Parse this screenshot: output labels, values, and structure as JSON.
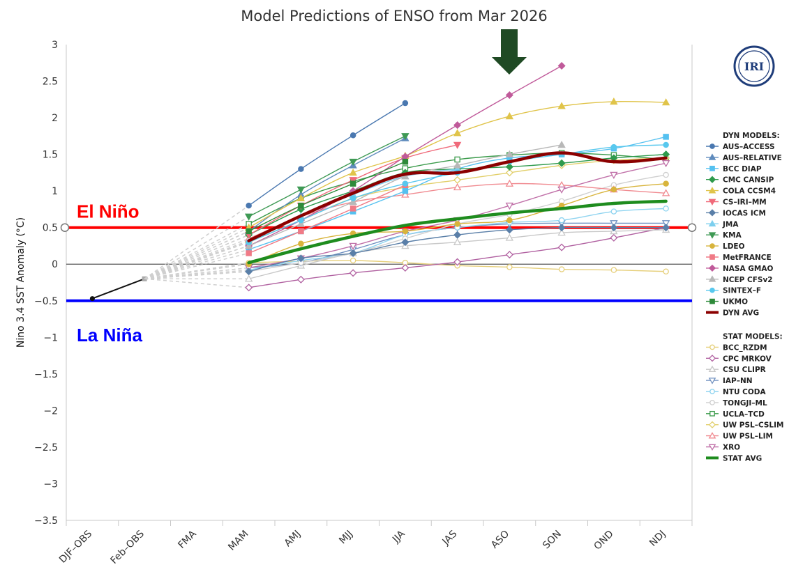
{
  "chart_data": {
    "type": "line",
    "title": "Model Predictions of ENSO from Mar 2026",
    "ylabel": "Nino 3.4 SST Anomaly (°C)",
    "xlabel": "",
    "ylim": [
      -3.5,
      3
    ],
    "yticks": [
      "3",
      "2.5",
      "2",
      "1.5",
      "1",
      "0.5",
      "0",
      "−0.5",
      "−1",
      "−1.5",
      "−2",
      "−2.5",
      "−3",
      "−3.5"
    ],
    "categories": [
      "DJF–OBS",
      "Feb–OBS",
      "FMA",
      "MAM",
      "AMJ",
      "MJJ",
      "JJA",
      "JAS",
      "ASO",
      "SON",
      "OND",
      "NDJ"
    ],
    "observed": [
      -0.47,
      -0.2
    ],
    "thresholds": [
      {
        "label": "El Niño",
        "value": 0.5,
        "color": "#ff0000"
      },
      {
        "label": "La Niña",
        "value": -0.5,
        "color": "#0000ff"
      }
    ],
    "grid": false,
    "legend_position": "right",
    "dyn_header": "DYN MODELS:",
    "stat_header": "STAT MODELS:",
    "dyn_series": [
      {
        "name": "AUS–ACCESS",
        "color": "#4a78b0",
        "marker": "circle",
        "filled": true,
        "values": [
          0.8,
          1.3,
          1.76,
          2.2
        ]
      },
      {
        "name": "AUS–RELATIVE",
        "color": "#5f8bbd",
        "marker": "triangle",
        "filled": true,
        "values": [
          0.45,
          0.95,
          1.35,
          1.72
        ]
      },
      {
        "name": "BCC DIAP",
        "color": "#55c1f0",
        "marker": "square",
        "filled": true,
        "values": [
          0.2,
          0.45,
          0.72,
          1.0,
          1.3,
          1.45,
          1.5,
          1.58,
          1.74
        ]
      },
      {
        "name": "CMC CANSIP",
        "color": "#2e9a4c",
        "marker": "diamond",
        "filled": true,
        "values": [
          0.4,
          0.75,
          1.0,
          1.25,
          1.3,
          1.33,
          1.38,
          1.45,
          1.5
        ]
      },
      {
        "name": "COLA CCSM4",
        "color": "#e0c44a",
        "marker": "triangle",
        "filled": true,
        "values": [
          0.5,
          0.9,
          1.25,
          1.48,
          1.79,
          2.02,
          2.16,
          2.22,
          2.21
        ]
      },
      {
        "name": "CS–IRI–MM",
        "color": "#f06a7a",
        "marker": "triangledown",
        "filled": true,
        "values": [
          0.4,
          0.8,
          1.15,
          1.45,
          1.63
        ]
      },
      {
        "name": "IOCAS ICM",
        "color": "#5a7fa8",
        "marker": "diamond",
        "filled": true,
        "values": [
          -0.1,
          0.08,
          0.15,
          0.3,
          0.4,
          0.47,
          0.5,
          0.5,
          0.5
        ]
      },
      {
        "name": "JMA",
        "color": "#7dcfee",
        "marker": "triangle",
        "filled": true,
        "values": [
          0.3,
          0.65,
          0.95,
          1.2,
          1.3
        ]
      },
      {
        "name": "KMA",
        "color": "#3f9a55",
        "marker": "triangledown",
        "filled": true,
        "values": [
          0.65,
          1.02,
          1.4,
          1.75
        ]
      },
      {
        "name": "LDEO",
        "color": "#d8b43c",
        "marker": "circle",
        "filled": true,
        "values": [
          0.0,
          0.28,
          0.42,
          0.45,
          0.55,
          0.6,
          0.8,
          1.02,
          1.1
        ]
      },
      {
        "name": "MetFRANCE",
        "color": "#f07a86",
        "marker": "square",
        "filled": true,
        "values": [
          0.15,
          0.45,
          0.76,
          1.08
        ]
      },
      {
        "name": "NASA GMAO",
        "color": "#c05a9a",
        "marker": "diamond",
        "filled": true,
        "values": [
          0.25,
          0.6,
          1.0,
          1.47,
          1.9,
          2.31,
          2.71
        ]
      },
      {
        "name": "NCEP CFSv2",
        "color": "#b8b8b8",
        "marker": "triangle",
        "filled": true,
        "values": [
          0.25,
          0.55,
          0.85,
          1.2,
          1.35,
          1.5,
          1.63
        ]
      },
      {
        "name": "SINTEX–F",
        "color": "#58c8ee",
        "marker": "circle",
        "filled": true,
        "values": [
          0.3,
          0.6,
          0.9,
          1.1,
          1.25,
          1.4,
          1.5,
          1.6,
          1.63
        ]
      },
      {
        "name": "UKMO",
        "color": "#2e8a3a",
        "marker": "square",
        "filled": true,
        "values": [
          0.45,
          0.8,
          1.1,
          1.4
        ]
      },
      {
        "name": "DYN AVG",
        "color": "#8b0000",
        "marker": "none",
        "filled": false,
        "width": 4.5,
        "values": [
          0.32,
          0.66,
          0.97,
          1.23,
          1.25,
          1.4,
          1.52,
          1.4,
          1.45
        ]
      }
    ],
    "stat_series": [
      {
        "name": "BCC_RZDM",
        "color": "#e6cf7a",
        "marker": "circle",
        "filled": false,
        "values": [
          0.02,
          0.04,
          0.05,
          0.02,
          -0.02,
          -0.04,
          -0.07,
          -0.08,
          -0.1
        ]
      },
      {
        "name": "CPC MRKOV",
        "color": "#b060a0",
        "marker": "diamond",
        "filled": false,
        "values": [
          -0.32,
          -0.21,
          -0.12,
          -0.05,
          0.03,
          0.13,
          0.23,
          0.36,
          0.5
        ]
      },
      {
        "name": "CSU CLIPR",
        "color": "#c8c8c8",
        "marker": "triangle",
        "filled": false,
        "values": [
          -0.2,
          -0.02,
          0.15,
          0.25,
          0.3,
          0.36,
          0.43,
          0.45,
          0.47
        ]
      },
      {
        "name": "IAP–NN",
        "color": "#7090c0",
        "marker": "triangledown",
        "filled": false,
        "values": [
          -0.05,
          0.02,
          0.2,
          0.4,
          0.5,
          0.55,
          0.56,
          0.56,
          0.56
        ]
      },
      {
        "name": "NTU CODA",
        "color": "#8fd4f0",
        "marker": "circle",
        "filled": false,
        "values": [
          -0.08,
          0.05,
          0.15,
          0.4,
          0.5,
          0.57,
          0.6,
          0.72,
          0.76
        ]
      },
      {
        "name": "TONGJI–ML",
        "color": "#cfcfcf",
        "marker": "circle",
        "filled": false,
        "values": [
          -0.1,
          0.02,
          0.15,
          0.35,
          0.55,
          0.68,
          0.86,
          1.08,
          1.22
        ]
      },
      {
        "name": "UCLA–TCD",
        "color": "#3a9a4a",
        "marker": "square",
        "filled": false,
        "values": [
          0.55,
          0.9,
          1.13,
          1.31,
          1.43,
          1.49,
          1.52,
          1.49,
          1.43
        ]
      },
      {
        "name": "UW PSL–CSLIM",
        "color": "#e2cf6a",
        "marker": "diamond",
        "filled": false,
        "values": [
          0.3,
          0.6,
          0.9,
          1.05,
          1.15,
          1.25,
          1.35,
          1.42,
          1.45
        ]
      },
      {
        "name": "UW PSL–LIM",
        "color": "#f08a90",
        "marker": "triangle",
        "filled": false,
        "values": [
          0.35,
          0.65,
          0.85,
          0.95,
          1.05,
          1.1,
          1.08,
          1.02,
          0.97
        ]
      },
      {
        "name": "XRO",
        "color": "#c070a8",
        "marker": "triangledown",
        "filled": false,
        "values": [
          -0.05,
          0.08,
          0.25,
          0.45,
          0.6,
          0.8,
          1.02,
          1.22,
          1.38
        ]
      },
      {
        "name": "STAT AVG",
        "color": "#1e8c1e",
        "marker": "none",
        "filled": false,
        "width": 4.5,
        "values": [
          0.02,
          0.21,
          0.38,
          0.53,
          0.62,
          0.7,
          0.76,
          0.83,
          0.86
        ]
      }
    ]
  },
  "logo": {
    "text": "IRI"
  }
}
